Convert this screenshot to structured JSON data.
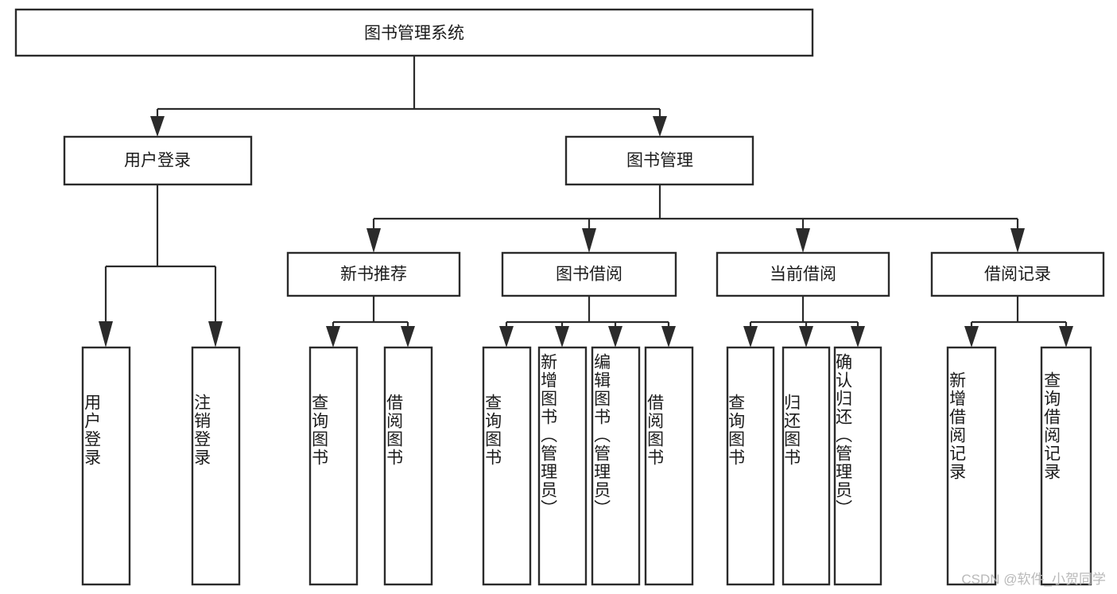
{
  "diagram": {
    "type": "tree-hierarchy",
    "title": "图书管理系统",
    "watermark": "CSDN @软件_小贺同学",
    "colors": {
      "node_fill": "#ffffff",
      "node_stroke": "#2b2b2b",
      "connector": "#2b2b2b",
      "text": "#1b1b1b",
      "watermark": "#b9b9b9",
      "background": "#ffffff"
    },
    "levels": {
      "root": {
        "label": "图书管理系统"
      },
      "level2": [
        {
          "label": "用户登录"
        },
        {
          "label": "图书管理"
        }
      ],
      "level3": [
        {
          "label": "新书推荐"
        },
        {
          "label": "图书借阅"
        },
        {
          "label": "当前借阅"
        },
        {
          "label": "借阅记录"
        }
      ],
      "leaves": [
        {
          "label": "用户登录",
          "parent": "用户登录"
        },
        {
          "label": "注销登录",
          "parent": "用户登录"
        },
        {
          "label": "查询图书",
          "parent": "新书推荐"
        },
        {
          "label": "借阅图书",
          "parent": "新书推荐"
        },
        {
          "label": "查询图书",
          "parent": "图书借阅"
        },
        {
          "label": "新增图书（管理员）",
          "parent": "图书借阅"
        },
        {
          "label": "编辑图书（管理员）",
          "parent": "图书借阅"
        },
        {
          "label": "借阅图书",
          "parent": "图书借阅"
        },
        {
          "label": "查询图书",
          "parent": "当前借阅"
        },
        {
          "label": "归还图书",
          "parent": "当前借阅"
        },
        {
          "label": "确认归还（管理员）",
          "parent": "当前借阅"
        },
        {
          "label": "新增借阅记录",
          "parent": "借阅记录"
        },
        {
          "label": "查询借阅记录",
          "parent": "借阅记录"
        }
      ]
    }
  }
}
